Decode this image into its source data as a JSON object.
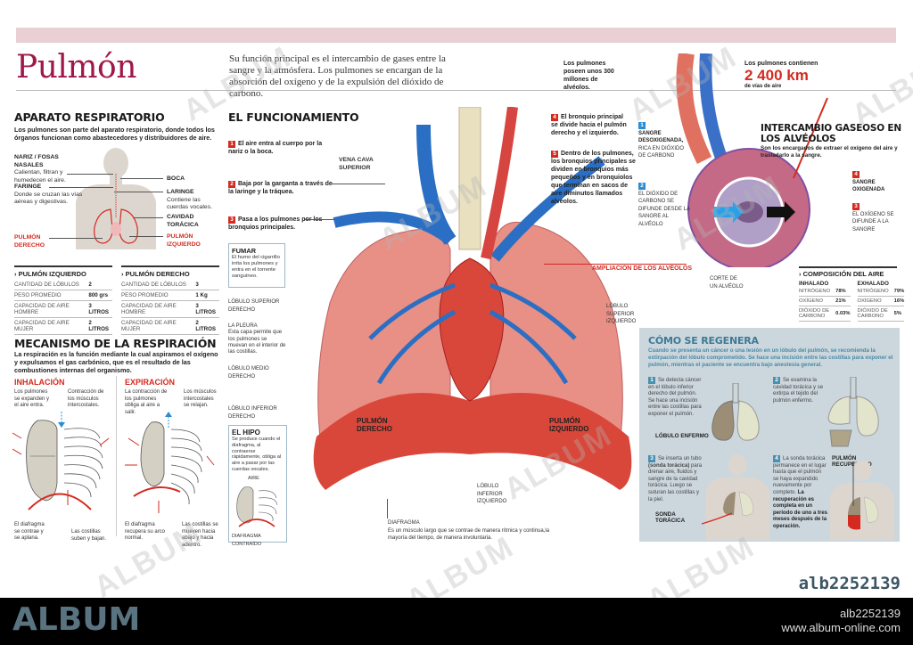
{
  "header": {
    "title": "Pulmón",
    "intro": "Su función principal es el intercambio de gases entre la sangre y la atmósfera. Los pulmones se encargan de la absorción del oxígeno y de la expulsión del dióxido de carbono.",
    "stat_alveolos": "Los pulmones poseen unos 300 millones de alvéolos.",
    "stat_km_pre": "Los pulmones contienen",
    "stat_km_value": "2 400 km",
    "stat_km_post": "de vías de aire"
  },
  "aparato": {
    "title": "APARATO RESPIRATORIO",
    "subtitle": "Los pulmones son parte del aparato respiratorio, donde todos los órganos funcionan como abastecedores y distribuidores de aire.",
    "labels": {
      "nariz_title": "NARIZ / FOSAS NASALES",
      "nariz_desc": "Calientan, filtran y humedecen el aire.",
      "faringe_title": "FARINGE",
      "faringe_desc": "Donde se cruzan las vías aéreas y digestivas.",
      "boca": "BOCA",
      "laringe_title": "LARINGE",
      "laringe_desc": "Contiene las cuerdas vocales.",
      "cavidad": "CAVIDAD TORÁCICA",
      "pulmon_derecho": "PULMÓN DERECHO",
      "pulmon_izquierdo": "PULMÓN IZQUIERDO"
    }
  },
  "tables": {
    "izquierdo": {
      "title": "› PULMÓN IZQUIERDO",
      "rows": [
        {
          "k": "CANTIDAD DE LÓBULOS",
          "v": "2"
        },
        {
          "k": "PESO PROMEDIO",
          "v": "800 grs"
        },
        {
          "k": "CAPACIDAD DE AIRE HOMBRE",
          "v": "3 LITROS"
        },
        {
          "k": "CAPACIDAD DE AIRE MUJER",
          "v": "2 LITROS"
        }
      ]
    },
    "derecho": {
      "title": "› PULMÓN DERECHO",
      "rows": [
        {
          "k": "CANTIDAD DE LÓBULOS",
          "v": "3"
        },
        {
          "k": "PESO PROMEDIO",
          "v": "1 Kg"
        },
        {
          "k": "CAPACIDAD DE AIRE HOMBRE",
          "v": "3 LITROS"
        },
        {
          "k": "CAPACIDAD DE AIRE MUJER",
          "v": "2 LITROS"
        }
      ]
    }
  },
  "mecanismo": {
    "title": "MECANISMO DE LA RESPIRACIÓN",
    "subtitle": "La respiración es la función mediante la cual aspiramos el oxígeno y expulsamos el gas carbónico, que es el resultado de las combustiones internas del organismo.",
    "inhalacion": {
      "title": "INHALACIÓN",
      "l1": "Los pulmones se expanden y el aire entra.",
      "l2": "Contracción de los músculos intercostales.",
      "l3": "El diafragma se contrae y se aplana.",
      "l4": "Las costillas suben y bajan."
    },
    "expiracion": {
      "title": "EXPIRACIÓN",
      "l1": "La contracción de los pulmones obliga al aire a salir.",
      "l2": "Los músculos intercostales se relajan.",
      "l3": "El diafragma recupera su arco normal.",
      "l4": "Las costillas se mueven hacia abajo y hacia adentro."
    }
  },
  "funcionamiento": {
    "title": "EL FUNCIONAMIENTO",
    "steps": [
      {
        "n": "1",
        "text": "El aire entra al cuerpo por la nariz o la boca."
      },
      {
        "n": "2",
        "text": "Baja por la garganta a través de la laringe y la tráquea."
      },
      {
        "n": "3",
        "text": "Pasa a los pulmones por los bronquios principales."
      },
      {
        "n": "4",
        "text": "El bronquio principal se divide hacia el pulmón derecho y el izquierdo."
      },
      {
        "n": "5",
        "text": "Dentro de los pulmones, los bronquios principales se dividen en bronquios más pequeños y en bronquiolos que terminan en sacos de aire diminutos llamados alvéolos."
      }
    ],
    "fumar_title": "FUMAR",
    "fumar_text": "El humo del cigarrillo irrita los pulmones y entra en el torrente sanguíneo.",
    "hipo_title": "EL HIPO",
    "hipo_text": "Se produce cuando el diafragma, al contraerse rápidamente, obliga al aire a pasar por las cuerdas vocales.",
    "hipo_aire": "AIRE",
    "hipo_diafragma": "DIAFRAGMA CONTRAÍDO",
    "labels": {
      "vena_cava": "VENA CAVA SUPERIOR",
      "lobulo_sup_der": "LÓBULO SUPERIOR DERECHO",
      "pleura_title": "LA PLEURA",
      "pleura_desc": "Esta capa permite que los pulmones se muevan en el interior de las costillas.",
      "lobulo_medio": "LÓBULO MEDIO DERECHO",
      "lobulo_inf_der": "LÓBULO INFERIOR DERECHO",
      "pulmon_derecho": "PULMÓN DERECHO",
      "pulmon_izquierdo": "PULMÓN IZQUIERDO",
      "lobulo_sup_izq": "LÓBULO SUPERIOR IZQUIERDO",
      "lobulo_inf_izq": "LÓBULO INFERIOR IZQUIERDO",
      "diafragma_title": "DIAFRAGMA",
      "diafragma_desc": "Es un músculo largo que se contrae de manera rítmica y continua,la mayoría del tiempo, de manera involuntaria.",
      "ampliacion": "AMPLIACIÓN DE LOS ALVÉOLOS",
      "corte": "CORTE DE UN ALVÉOLO"
    }
  },
  "intercambio": {
    "title": "INTERCAMBIO GASEOSO EN LOS ALVÉOLOS",
    "subtitle": "Son los encargados de extraer el oxígeno del aire y trasladarlo a la sangre.",
    "items": [
      {
        "n": "1",
        "bold": "SANGRE DESOXIGENADA,",
        "text": "RICA EN DIÓXIDO DE CARBONO"
      },
      {
        "n": "2",
        "bold": "",
        "text": "EL DIÓXIDO DE CARBONO SE DIFUNDE DESDE LA SANGRE AL ALVÉOLO"
      },
      {
        "n": "3",
        "bold": "",
        "text": "EL OXÍGENO SE DIFUNDE A LA SANGRE"
      },
      {
        "n": "4",
        "bold": "SANGRE OXIGENADA",
        "text": ""
      }
    ]
  },
  "composicion": {
    "title": "› COMPOSICIÓN DEL AIRE",
    "inhalado": {
      "title": "INHALADO",
      "rows": [
        {
          "k": "NITRÓGENO",
          "v": "78%"
        },
        {
          "k": "OXÍGENO",
          "v": "21%"
        },
        {
          "k": "DIÓXIDO DE CARBONO",
          "v": "0.03%"
        }
      ]
    },
    "exhalado": {
      "title": "EXHALADO",
      "rows": [
        {
          "k": "NITRÓGENO",
          "v": "79%"
        },
        {
          "k": "OXÍGENO",
          "v": "16%"
        },
        {
          "k": "DIÓXIDO DE CARBONO",
          "v": "5%"
        }
      ]
    }
  },
  "regenera": {
    "title": "CÓMO SE REGENERA",
    "subtitle": "Cuando se presenta un cáncer o una lesión en un lóbulo del pulmón, se recomienda la extirpación del lóbulo comprometido. Se hace una incisión entre las costillas para exponer el pulmón, mientras el paciente se encuentra bajo anestesia general.",
    "steps": [
      {
        "n": "1",
        "text": "Se detecta cáncer en el lóbulo inferior derecho del pulmón. Se hace una incisión entre las costillas para exponer el pulmón."
      },
      {
        "n": "2",
        "text": "Se examina la cavidad torácica y se extirpa el tejido del pulmón enfermo."
      },
      {
        "n": "3",
        "text_bold": "(sonda torácica)",
        "text_pre": "Se inserta un tubo",
        "text": "para drenar aire, fluidos y sangre de la cavidad torácica. Luego se suturan las costillas y la piel."
      },
      {
        "n": "4",
        "text": "La sonda torácica permanece en el lugar hasta que el pulmón se haya expandido nuevamente por completo.",
        "text_bold": "La recuperación es completa en un período de uno a tres meses después de la operación."
      }
    ],
    "lobulo_enfermo": "LÓBULO ENFERMO",
    "sonda": "SONDA TORÁCICA",
    "recuperado": "PULMÓN RECUPERADO"
  },
  "watermark": {
    "text": "ALBUM",
    "id_tag": "alb2252139"
  },
  "footer": {
    "logo": "ALBUM",
    "id": "alb2252139",
    "url": "www.album-online.com"
  },
  "colors": {
    "title": "#a0184a",
    "accent_red": "#d42a20",
    "accent_blue": "#2a8cd4",
    "regen_bg": "#ccd7dd",
    "footer_bg": "#000000",
    "footer_logo": "#5a7380"
  }
}
